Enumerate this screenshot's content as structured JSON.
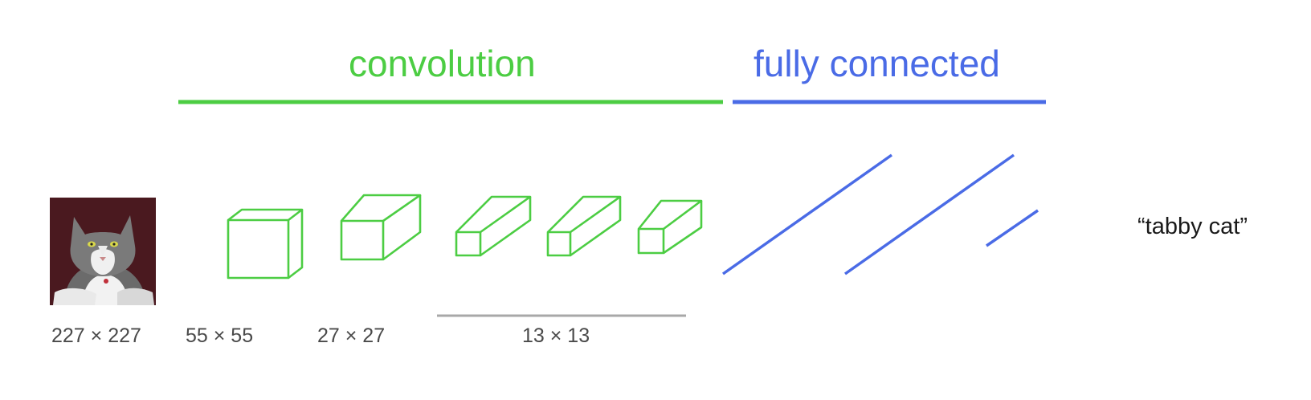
{
  "sections": {
    "convolution": {
      "title": "convolution",
      "color": "#4ccd43"
    },
    "fully_connected": {
      "title": "fully connected",
      "color": "#4a6be6"
    }
  },
  "input_image": {
    "icon": "cat-photo-icon"
  },
  "feature_sizes": {
    "input": "227 × 227",
    "conv1": "55 × 55",
    "conv2": "27 × 27",
    "conv3_5": "13 × 13"
  },
  "output": {
    "label": "“tabby cat”"
  },
  "colors": {
    "grouping_bar": "#a8a8a8",
    "size_text": "#4a4a4a"
  }
}
